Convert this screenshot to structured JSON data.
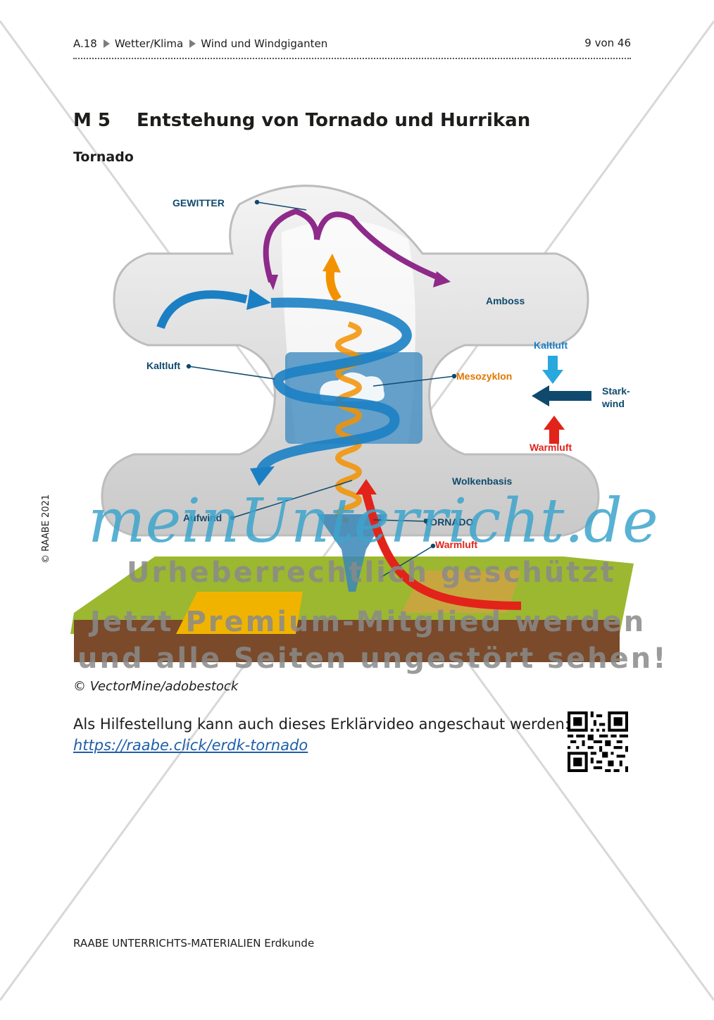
{
  "header": {
    "crumbs": [
      "A.18",
      "Wetter/Klima",
      "Wind und Windgiganten"
    ],
    "page": "9 von 46"
  },
  "title": {
    "number": "M 5",
    "text": "Entstehung von Tornado und Hurrikan"
  },
  "subtitle": "Tornado",
  "side_copyright": "© RAABE 2021",
  "diagram": {
    "labels": {
      "gewitter": "GEWITTER",
      "amboss": "Amboss",
      "kaltluft_left": "Kaltluft",
      "kaltluft_right": "Kaltluft",
      "mesozyklon": "Mesozyklon",
      "starkwind_1": "Stark-",
      "starkwind_2": "wind",
      "warmluft_right": "Warmluft",
      "wolkenbasis": "Wolkenbasis",
      "aufwind": "Aufwind",
      "tornado": "TORNADO",
      "warmluft_bottom": "Warmluft"
    },
    "colors": {
      "cold": "#1b7fc4",
      "warm": "#e2231a",
      "updraft": "#f39200",
      "cloud": "#d9d9d9",
      "text": "#0f4a6e"
    }
  },
  "watermark": {
    "script": "meinUnterricht.de",
    "line1": "Urheberrechtlich geschützt",
    "line2": "Jetzt Premium-Mitglied werden",
    "line3": "und alle Seiten ungestört sehen!"
  },
  "credit": "© VectorMine/adobestock",
  "help_text": "Als Hilfestellung kann auch dieses Erklärvideo angeschaut werden:",
  "link": "https://raabe.click/erdk-tornado",
  "footer": "RAABE UNTERRICHTS-MATERIALIEN Erdkunde"
}
